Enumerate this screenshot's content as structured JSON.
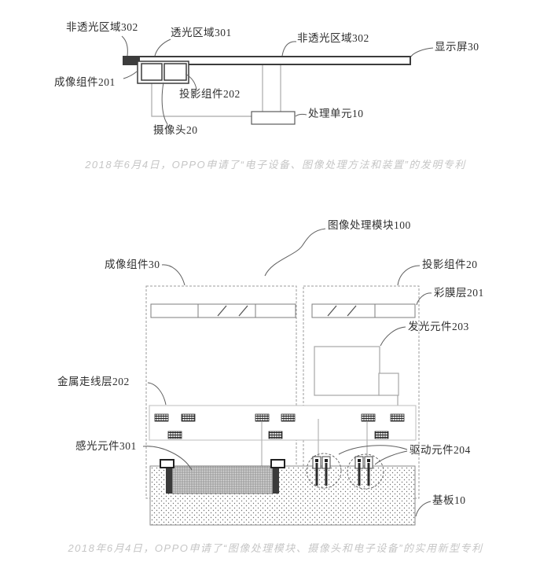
{
  "top_figure": {
    "labels": {
      "non_transparent_left": "非透光区域302",
      "transparent": "透光区域301",
      "non_transparent_right": "非透光区域302",
      "display_screen": "显示屏30",
      "imaging_component": "成像组件201",
      "projection_component": "投影组件202",
      "camera": "摄像头20",
      "processing_unit": "处理单元10"
    },
    "caption": "2018年6月4日，OPPO申请了“电子设备、图像处理方法和装置”的发明专利"
  },
  "bottom_figure": {
    "labels": {
      "image_processing_module": "图像处理模块100",
      "imaging_component": "成像组件30",
      "projection_component": "投影组件20",
      "color_film_layer": "彩膜层201",
      "light_emitting_element": "发光元件203",
      "metal_wiring_layer": "金属走线层202",
      "photosensitive_element": "感光元件301",
      "driving_element": "驱动元件204",
      "substrate": "基板10"
    },
    "caption": "2018年6月4日，OPPO申请了“图像处理模块、摄像头和电子设备”的实用新型专利"
  },
  "colors": {
    "line_dark": "#3c3c3c",
    "line_mid": "#666666",
    "line_light": "#a8a8a8",
    "caption_gray": "#c6c6c6"
  }
}
